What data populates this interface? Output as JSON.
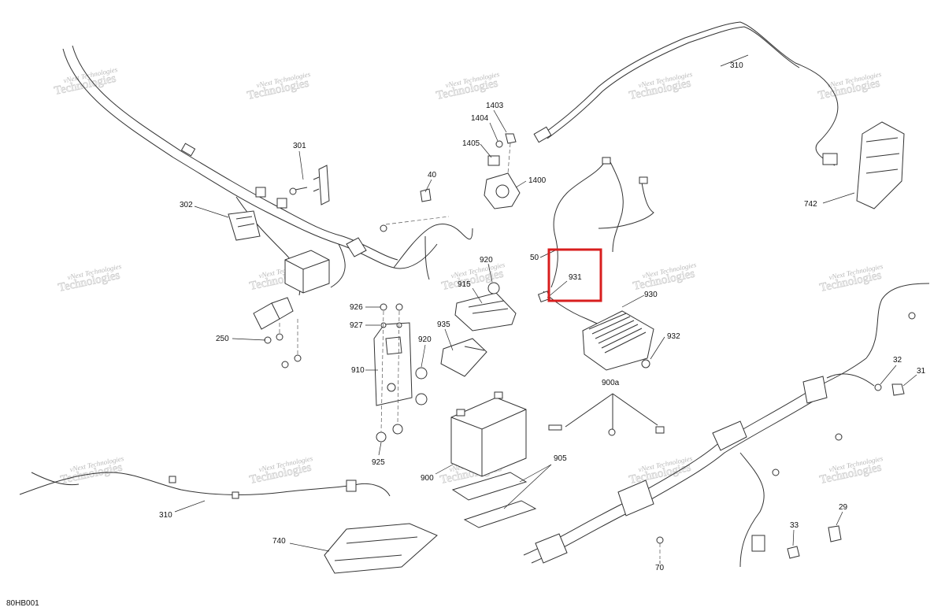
{
  "diagram_code": "80HB001",
  "watermark": {
    "line1": "vNext Technologies",
    "line2": "Technologies"
  },
  "highlight": {
    "part": "931",
    "color": "#d81e1e"
  },
  "parts": {
    "p301": "301",
    "p302": "302",
    "p250": "250",
    "p40": "40",
    "p1403": "1403",
    "p1404": "1404",
    "p1405": "1405",
    "p1400": "1400",
    "p310_top": "310",
    "p742": "742",
    "p50": "50",
    "p931": "931",
    "p930": "930",
    "p932": "932",
    "p920_top": "920",
    "p915": "915",
    "p926": "926",
    "p927": "927",
    "p920_mid": "920",
    "p935": "935",
    "p910": "910",
    "p925": "925",
    "p900a": "900a",
    "p32": "32",
    "p31": "31",
    "p905": "905",
    "p900": "900",
    "p310_bottom": "310",
    "p740": "740",
    "p70": "70",
    "p33": "33",
    "p29": "29"
  }
}
